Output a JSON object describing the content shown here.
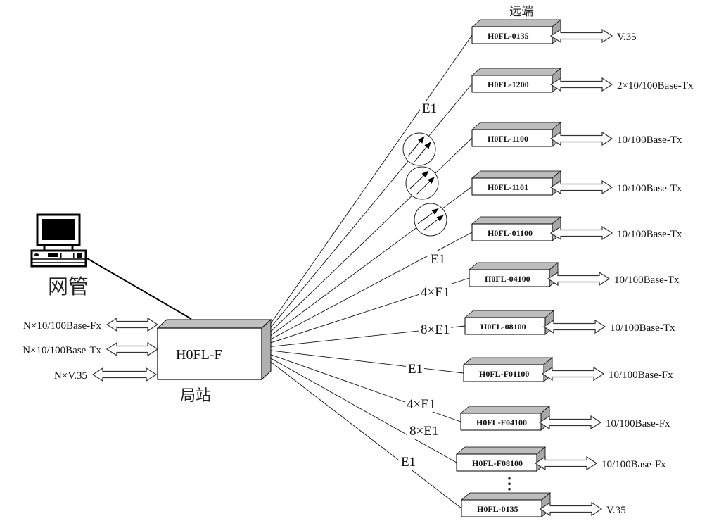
{
  "central_station": {
    "device_label": "H0FL-F",
    "caption": "局站",
    "interfaces": [
      "N×10/100Base-Fx",
      "N×10/100Base-Tx",
      "N×V.35"
    ]
  },
  "management": {
    "caption": "网管",
    "icon": "computer-icon"
  },
  "remote_header": "远端",
  "remote_devices": [
    {
      "model": "H0FL-0135",
      "interface": "V.35",
      "link": "E1",
      "link_via_fiber": false
    },
    {
      "model": "H0FL-1200",
      "interface": "2×10/100Base-Tx",
      "link": "",
      "link_via_fiber": true
    },
    {
      "model": "H0FL-1100",
      "interface": "10/100Base-Tx",
      "link": "",
      "link_via_fiber": true
    },
    {
      "model": "H0FL-1101",
      "interface": "10/100Base-Tx",
      "link": "",
      "link_via_fiber": true
    },
    {
      "model": "H0FL-01100",
      "interface": "10/100Base-Tx",
      "link": "E1",
      "link_via_fiber": false
    },
    {
      "model": "H0FL-04100",
      "interface": "10/100Base-Tx",
      "link": "4×E1",
      "link_via_fiber": false
    },
    {
      "model": "H0FL-08100",
      "interface": "10/100Base-Tx",
      "link": "8×E1",
      "link_via_fiber": false
    },
    {
      "model": "H0FL-F01100",
      "interface": "10/100Base-Fx",
      "link": "E1",
      "link_via_fiber": false
    },
    {
      "model": "H0FL-F04100",
      "interface": "10/100Base-Fx",
      "link": "4×E1",
      "link_via_fiber": false
    },
    {
      "model": "H0FL-F08100",
      "interface": "10/100Base-Fx",
      "link": "8×E1",
      "link_via_fiber": false
    },
    {
      "model": "H0FL-0135",
      "interface": "V.35",
      "link": "E1",
      "link_via_fiber": false
    }
  ],
  "ellipsis": "⋮"
}
